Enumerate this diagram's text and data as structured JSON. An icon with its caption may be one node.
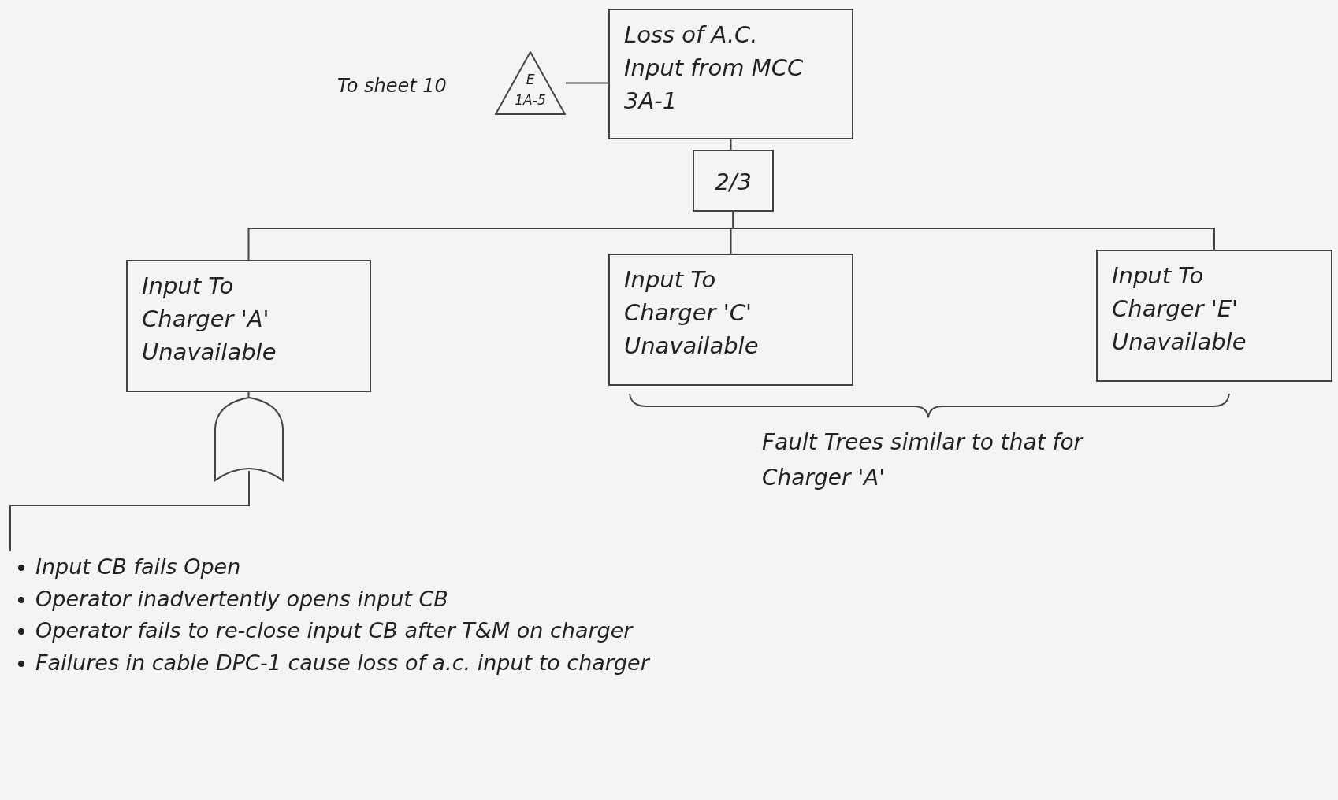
{
  "diagram": {
    "nodes": [
      {
        "text": [
          "E",
          "1A-5"
        ],
        "beside": [
          "To sheet 10"
        ]
      },
      {
        "text": [
          "Loss of A.C. Input from MCC 3A-1"
        ]
      },
      {
        "text": [
          "2/3"
        ]
      },
      {
        "text": [
          "Input To Charger 'A' Unavailable"
        ]
      },
      {
        "text": [
          "Input To Charger 'C' Unavailable"
        ]
      },
      {
        "text": [
          "Input To Charger 'E' Unavailable"
        ]
      },
      {
        "text": [],
        "shape": "gate"
      },
      {
        "text": [
          "Input CB fails Open",
          "Operator inadvertently opens input CB",
          "Operator fails to re-close input CB after T&M on charger",
          "Failures in cable DPC-1 cause loss of a.c. input to charger"
        ]
      }
    ],
    "edges": [
      {
        "from": 0,
        "to": 1,
        "arrow": "none"
      },
      {
        "from": 1,
        "to": 2,
        "arrow": "none"
      },
      {
        "from": 2,
        "to": 3,
        "arrow": "none"
      },
      {
        "from": 2,
        "to": 4,
        "arrow": "none"
      },
      {
        "from": 2,
        "to": 5,
        "arrow": "none"
      },
      {
        "from": 3,
        "to": 6,
        "arrow": "none"
      },
      {
        "from": 6,
        "to": 7,
        "arrow": "none"
      }
    ],
    "labels": [
      "Fault Trees similar to that for Charger 'A'"
    ]
  }
}
